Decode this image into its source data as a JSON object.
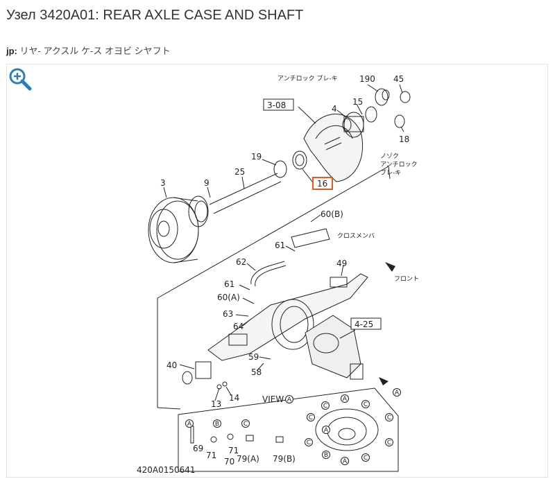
{
  "header": {
    "title": "Узел 3420A01: REAR AXLE CASE AND SHAFT",
    "jp_key": "jp:",
    "jp_value": "リヤ- アクスル ケ-ス オヨビ シヤフト"
  },
  "toolbar": {
    "zoom_icon": "zoom-in-icon"
  },
  "diagram": {
    "drawing_number": "420A0150641",
    "notes": {
      "antilock_brake": "アンチロック ブレ-キ",
      "non_antilock_1": "ノゾク",
      "non_antilock_2": "アンチロック",
      "non_antilock_3": "ブレ-キ",
      "crossmember": "クロスメンバ",
      "front": "フロント",
      "view_a": "VIEW"
    },
    "boxed_refs": {
      "brake_group": "3-08",
      "highlighted_part": "16",
      "diff_group": "4-25"
    },
    "part_labels": {
      "p190": "190",
      "p45": "45",
      "p15": "15",
      "p4": "4",
      "p18": "18",
      "p19": "19",
      "p25": "25",
      "p3": "3",
      "p9": "9",
      "p60b": "60(B)",
      "p61a": "61",
      "p62": "62",
      "p49": "49",
      "p61b": "61",
      "p60a": "60(A)",
      "p63": "63",
      "p64": "64",
      "p40": "40",
      "p59": "59",
      "p58": "58",
      "p13": "13",
      "p14": "14",
      "p69": "69",
      "p71a": "71",
      "p70": "70",
      "p71b": "71",
      "p79a": "79(A)",
      "p79b": "79(B)"
    },
    "circle_letters": {
      "a": "A",
      "b": "B",
      "c": "C"
    }
  }
}
